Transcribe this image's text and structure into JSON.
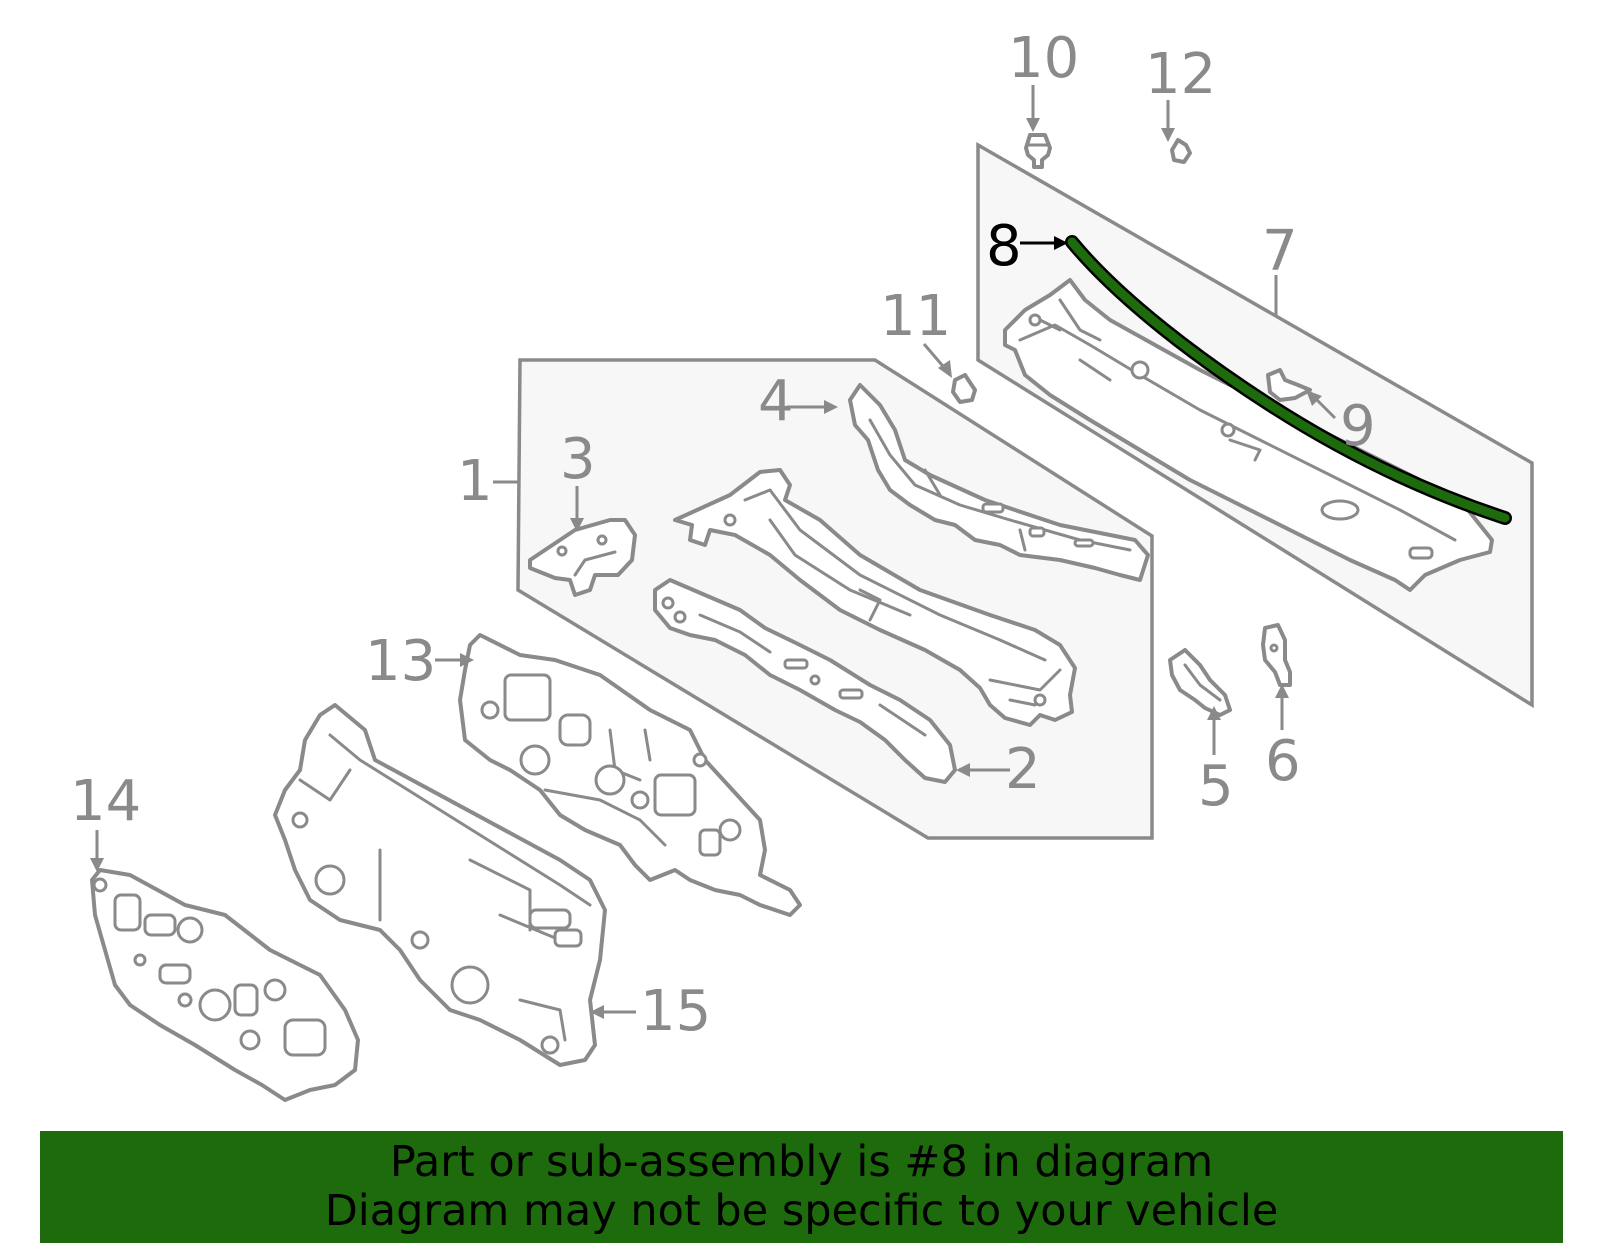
{
  "callouts": {
    "c1": "1",
    "c2": "2",
    "c3": "3",
    "c4": "4",
    "c5": "5",
    "c6": "6",
    "c7": "7",
    "c8": "8",
    "c9": "9",
    "c10": "10",
    "c11": "11",
    "c12": "12",
    "c13": "13",
    "c14": "14",
    "c15": "15"
  },
  "highlight": {
    "part_number": "8",
    "color": "#1e6b0d"
  },
  "banner": {
    "line1": "Part or sub-assembly is #8 in diagram",
    "line2": "Diagram may not be specific to your vehicle",
    "color": "#1e6b0d"
  },
  "colors": {
    "line": "#8a8a8a",
    "box_fill": "#f7f7f7"
  }
}
